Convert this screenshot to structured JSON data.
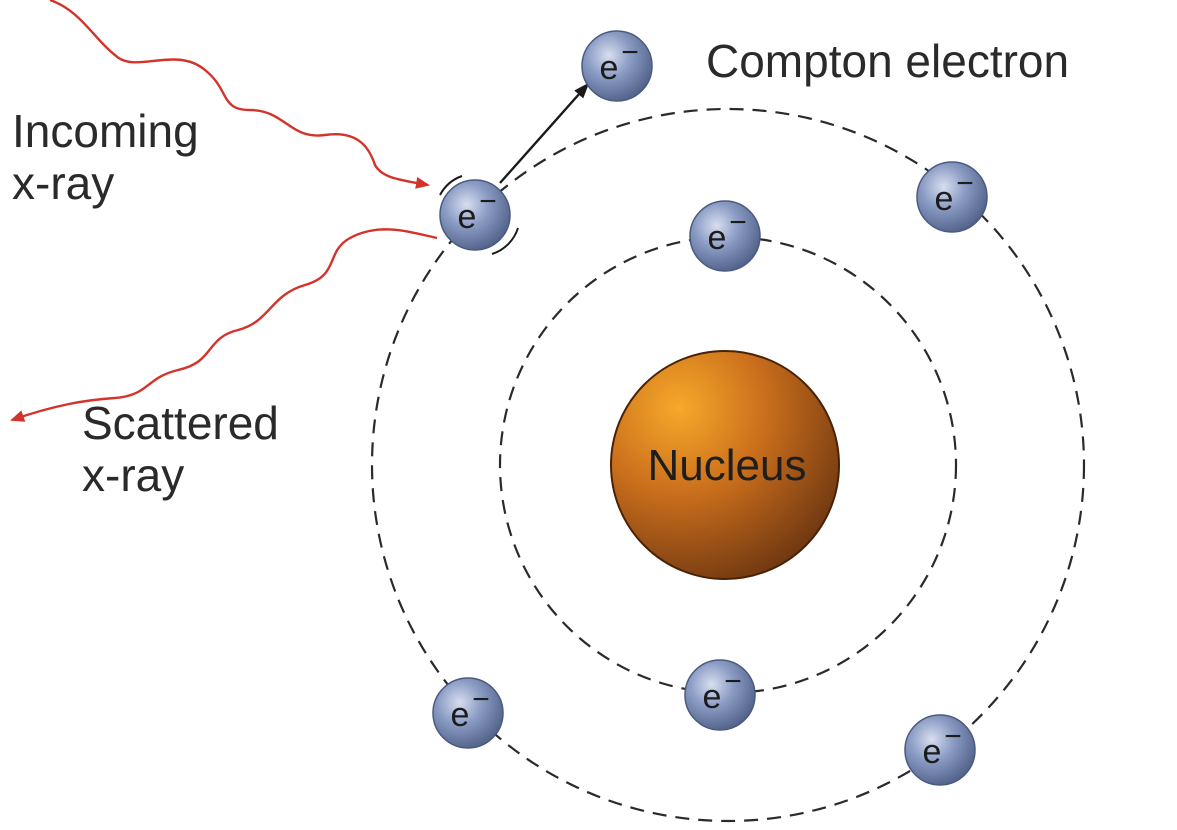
{
  "labels": {
    "incoming_line1": "Incoming",
    "incoming_line2": "x-ray",
    "scattered_line1": "Scattered",
    "scattered_line2": "x-ray",
    "compton": "Compton electron",
    "nucleus": "Nucleus"
  },
  "electron": {
    "symbol": "e",
    "charge": "−"
  },
  "colors": {
    "xray": "#d4332b",
    "electron_fill": "#7e8fb8",
    "electron_edge": "#4a5a80",
    "nucleus_fill": "#b8621a",
    "nucleus_edge": "#5a2a08",
    "orbit": "#2a2a2a",
    "arrow": "#1a1a1a"
  }
}
